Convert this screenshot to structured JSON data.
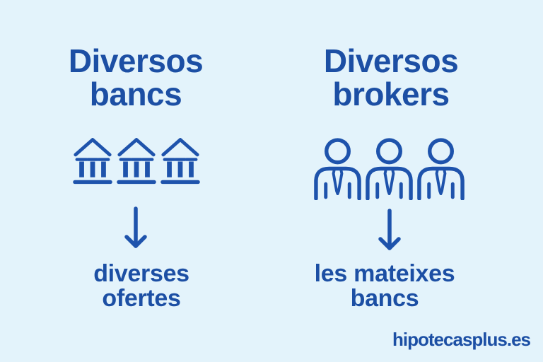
{
  "colors": {
    "background": "#e3f3fb",
    "text": "#1c4fa4",
    "icon": "#1e53ac"
  },
  "left_column": {
    "heading": "Diversos\nbancs",
    "icon": "bank-icon",
    "icon_count": 3,
    "caption": "diverses\nofertes"
  },
  "right_column": {
    "heading": "Diversos\nbrokers",
    "icon": "broker-icon",
    "icon_count": 3,
    "caption": "les mateixes\nbancs"
  },
  "brand": "hipotecasplus.es"
}
